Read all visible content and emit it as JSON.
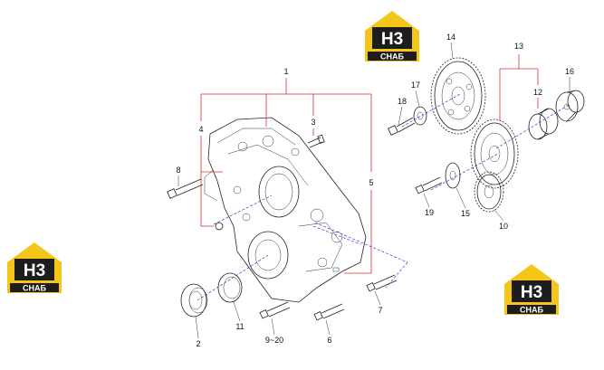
{
  "logos": [
    {
      "id": "logo-top",
      "mark": "H3",
      "caption": "СНАБ"
    },
    {
      "id": "logo-left",
      "mark": "H3",
      "caption": "СНАБ"
    },
    {
      "id": "logo-right",
      "mark": "H3",
      "caption": "СНАБ"
    }
  ],
  "logo_colors": {
    "roof": "#f3c619",
    "mark_bg": "#1d1d1d",
    "mark_text": "#ffffff"
  },
  "leader_color": "#d4343b",
  "axis_color": "#3040d0",
  "labels": {
    "l1": "1",
    "l2": "2",
    "l3": "3",
    "l4": "4",
    "l5": "5",
    "l6": "6",
    "l7": "7",
    "l8": "8",
    "l9_20": "9~20",
    "l10": "10",
    "l11": "11",
    "l12": "12",
    "l13": "13",
    "l14": "14",
    "l15": "15",
    "l16": "16",
    "l17": "17",
    "l18": "18",
    "l19": "19"
  }
}
